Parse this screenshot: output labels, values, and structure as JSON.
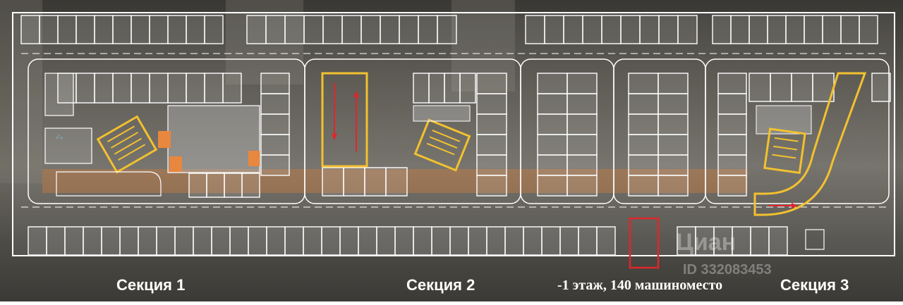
{
  "plan": {
    "sections": [
      {
        "label": "Секция 1"
      },
      {
        "label": "Секция 2"
      },
      {
        "label": "Секция 3"
      }
    ],
    "floor_note": "-1 этаж, 140 машиноместо",
    "highlight_color": "#e0262a",
    "core_color": "#f2c12e",
    "accent_color": "#e8873e",
    "arrow_color": "#e0262a"
  },
  "watermark": {
    "brand": "Циан",
    "id_text": "ID 332083453"
  }
}
